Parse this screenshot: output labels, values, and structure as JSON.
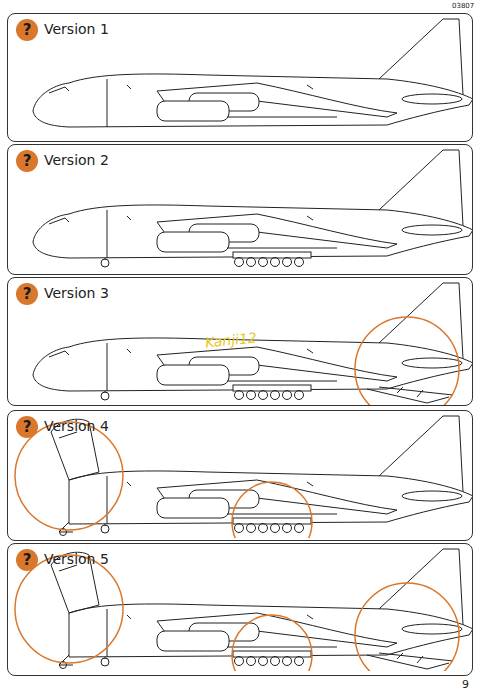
{
  "diagram": {
    "nodes": [
      {
        "text": [
          "Version 1"
        ]
      },
      {
        "text": [
          "?"
        ],
        "in": 0
      },
      {
        "text": [
          "Version 2"
        ]
      },
      {
        "text": [
          "?"
        ],
        "in": 2
      },
      {
        "text": [
          "Version 3"
        ]
      },
      {
        "text": [
          "?"
        ],
        "in": 4
      },
      {
        "text": [
          "Version 4"
        ]
      },
      {
        "text": [
          "?"
        ],
        "in": 6
      },
      {
        "text": [
          "Version 5"
        ]
      },
      {
        "text": [
          "?"
        ],
        "in": 8
      }
    ],
    "labels": [
      "03807",
      "9",
      "Kanji12"
    ]
  }
}
